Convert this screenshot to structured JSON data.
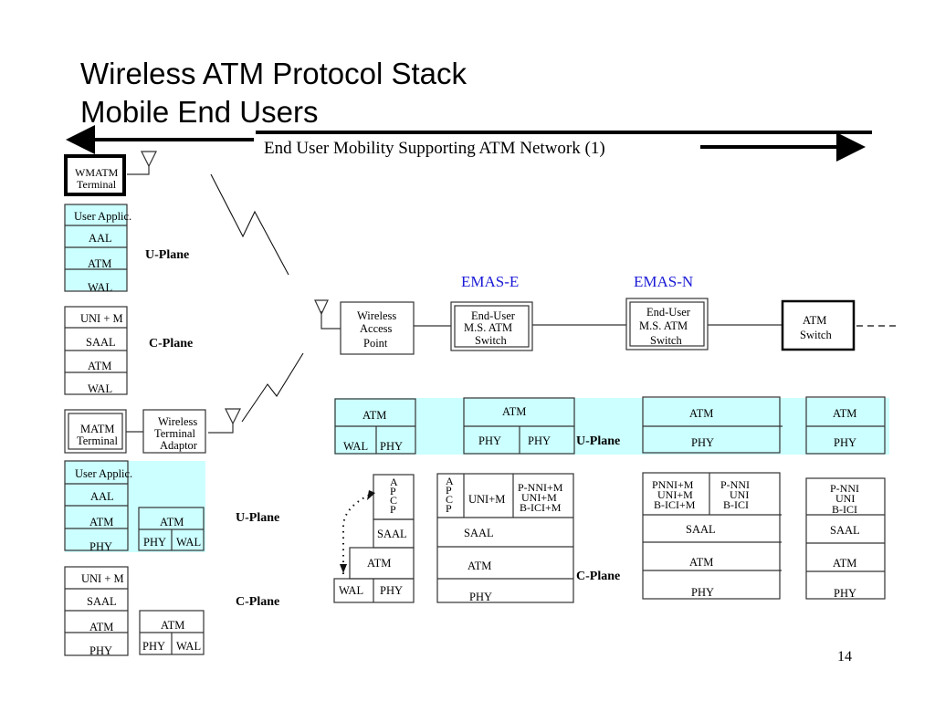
{
  "slide": {
    "title_line1": "Wireless ATM Protocol Stack",
    "title_line2": "Mobile End Users",
    "subtitle": "End User Mobility Supporting ATM Network (1)",
    "page_number": "14",
    "colors": {
      "highlight": "#ccffff",
      "emas_label": "#1a1ad6"
    }
  },
  "left": {
    "wmatm_terminal": [
      "WMATM",
      "Terminal"
    ],
    "wmatm_uplane": [
      "User Applic.",
      "AAL",
      "ATM",
      "WAL"
    ],
    "wmatm_cplane": [
      "UNI + M",
      "SAAL",
      "ATM",
      "WAL"
    ],
    "matm_terminal": [
      "MATM",
      "Terminal"
    ],
    "wireless_terminal_adaptor": [
      "Wireless",
      "Terminal",
      "Adaptor"
    ],
    "matm_uplane": [
      "User Applic.",
      "AAL",
      "ATM",
      "PHY"
    ],
    "matm_cplane": [
      "UNI + M",
      "SAAL",
      "ATM",
      "PHY"
    ],
    "wta_uplane": {
      "top": "ATM",
      "left": "PHY",
      "right": "WAL"
    },
    "wta_cplane": {
      "top": "ATM",
      "left": "PHY",
      "right": "WAL"
    },
    "u_plane_label": "U-Plane",
    "c_plane_label": "C-Plane"
  },
  "network": {
    "emas_e": "EMAS-E",
    "emas_n": "EMAS-N",
    "access_point": [
      "Wireless",
      "Access",
      "Point"
    ],
    "emas_e_switch": [
      "End-User",
      "M.S. ATM",
      "Switch"
    ],
    "emas_n_switch": [
      "End-User",
      "M.S. ATM",
      "Switch"
    ],
    "atm_switch": [
      "ATM",
      "Switch"
    ],
    "u_plane_label": "U-Plane",
    "c_plane_label": "C-Plane"
  },
  "stacks": {
    "ap_u": {
      "top": "ATM",
      "left": "WAL",
      "right": "PHY"
    },
    "emas_e_u": {
      "top": "ATM",
      "left": "PHY",
      "right": "PHY"
    },
    "emas_n_u": {
      "top": "ATM",
      "bottom": "PHY"
    },
    "atm_sw_u": {
      "top": "ATM",
      "bottom": "PHY"
    },
    "ap_c": {
      "apcp": [
        "A",
        "P",
        "C",
        "P"
      ],
      "saal": "SAAL",
      "atm": "ATM",
      "wal": "WAL",
      "phy": "PHY"
    },
    "emas_e_c": {
      "apcp": [
        "A",
        "P",
        "C",
        "P"
      ],
      "mid": "UNI+M",
      "right": [
        "P-NNI+M",
        "UNI+M",
        "B-ICI+M"
      ],
      "layers": [
        "SAAL",
        "ATM",
        "PHY"
      ]
    },
    "emas_n_c": {
      "left": [
        "PNNI+M",
        "UNI+M",
        "B-ICI+M"
      ],
      "right": [
        "P-NNI",
        "UNI",
        "B-ICI"
      ],
      "layers": [
        "SAAL",
        "ATM",
        "PHY"
      ]
    },
    "atm_sw_c": {
      "top": [
        "P-NNI",
        "UNI",
        "B-ICI"
      ],
      "layers": [
        "SAAL",
        "ATM",
        "PHY"
      ]
    }
  }
}
